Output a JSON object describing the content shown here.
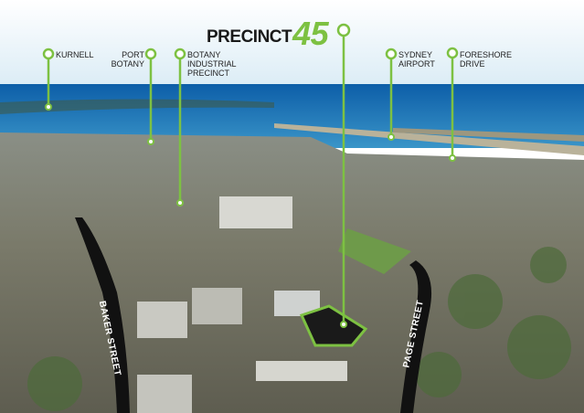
{
  "logo": {
    "word": "PRECINCT",
    "number": "45"
  },
  "pins": [
    {
      "label": "KURNELL"
    },
    {
      "label": "PORT\nBOTANY"
    },
    {
      "label": "BOTANY\nINDUSTRIAL\nPRECINCT"
    },
    {
      "label": "SYDNEY\nAIRPORT"
    },
    {
      "label": "FORESHORE\nDRIVE"
    }
  ],
  "roads": {
    "baker": "BAKER STREET",
    "page": "PAGE STREET"
  },
  "colors": {
    "accent": "#7dc142",
    "road": "#111111",
    "water": "#1f78b4"
  }
}
